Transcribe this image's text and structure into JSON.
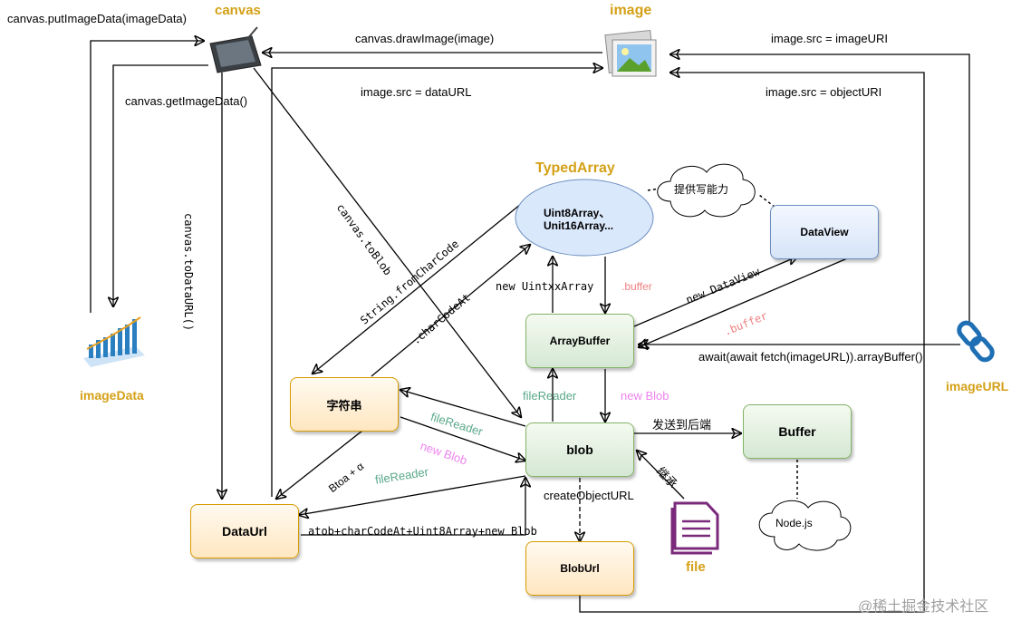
{
  "nodes": {
    "canvas": "canvas",
    "image": "image",
    "image_data": "imageData",
    "image_url": "imageURL",
    "typed_array_title": "TypedArray",
    "typed_array_line1": "Uint8Array、",
    "typed_array_line2": "Unit16Array...",
    "cloud_write": "提供写能力",
    "dataview": "DataView",
    "arraybuffer": "ArrayBuffer",
    "string": "字符串",
    "blob": "blob",
    "buffer": "Buffer",
    "nodejs": "Node.js",
    "dataurl": "DataUrl",
    "bloburl": "BlobUrl",
    "file": "file"
  },
  "edges": {
    "put_image_data": "canvas.putImageData(imageData)",
    "draw_image": "canvas.drawImage(image)",
    "image_src_imageurl": "image.src = imageURI",
    "get_image_data": "canvas.getImageData()",
    "image_src_dataurl": "image.src = dataURL",
    "image_src_objecturl": "image.src = objectURI",
    "to_blob": "canvas.toBlob",
    "to_data_url": "canvas.toDataURL()",
    "from_char_code": "String.fromCharCode",
    "char_code_at": ".charCodeAt",
    "new_uintxx": "new UintxxArray",
    "buffer1": ".buffer",
    "new_dataview": "new DataView",
    "buffer2": ".buffer",
    "await_fetch": "await(await fetch(imageURL)).arrayBuffer()",
    "file_reader1": "fileReader",
    "new_blob1": "new Blob",
    "file_reader2": "fileReader",
    "new_blob2": "new Blob",
    "send_backend": "发送到后端",
    "btoa": "Btoa + α",
    "file_reader3": "fileReader",
    "create_object_url": "createObjectURL",
    "inherit": "继承",
    "atob": "atob+charCodeAt+Uint8Array+new Blob"
  },
  "watermark": "@稀土掘金技术社区",
  "colors": {
    "title": "#d4a017",
    "green_label": "#5aa88a",
    "pink_label": "#ee82ee",
    "red_label": "#f08080"
  }
}
